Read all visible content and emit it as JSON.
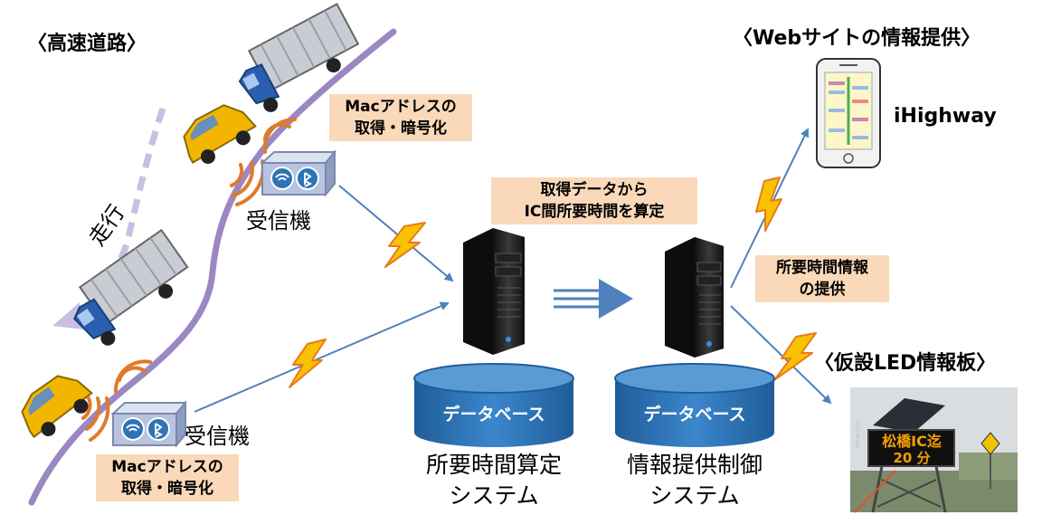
{
  "headings": {
    "highway": "〈高速道路〉",
    "web": "〈Webサイトの情報提供〉",
    "led_board": "〈仮設LED情報板〉"
  },
  "labels": {
    "driving": "走行",
    "receiver_top": "受信機",
    "receiver_bottom": "受信機",
    "mac_top_line1": "Macアドレスの",
    "mac_top_line2": "取得・暗号化",
    "mac_bottom_line1": "Macアドレスの",
    "mac_bottom_line2": "取得・暗号化",
    "calc_line1": "取得データから",
    "calc_line2": "IC間所要時間を算定",
    "provide_line1": "所要時間情報",
    "provide_line2": "の提供",
    "ihighway": "iHighway",
    "database_left": "データベース",
    "database_right": "データベース",
    "system_left_line1": "所要時間算定",
    "system_left_line2": "システム",
    "system_right_line1": "情報提供制御",
    "system_right_line2": "システム",
    "led_line1": "松橋IC迄",
    "led_line2": "20 分",
    "solar_text": "SOLAR LEDs"
  },
  "colors": {
    "road": "#9b87c2",
    "arrow": "#4f81bd",
    "lightning": "#f9c200",
    "lightning_outline": "#e87b1e",
    "waves": "#e07a2a",
    "label_box": "#f9d9b9",
    "database": "#2e74b5",
    "truck_cab": "#2a5fb0",
    "car": "#f2b600",
    "led_text": "#f5a000"
  }
}
